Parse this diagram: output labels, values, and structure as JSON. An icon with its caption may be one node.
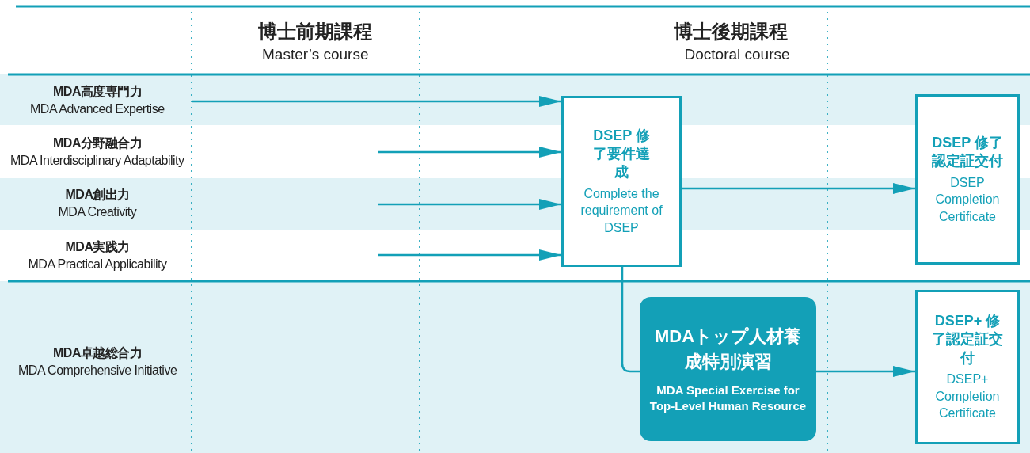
{
  "diagram": {
    "nodes": [
      {
        "text": [
          "DSEP 修了要件達成",
          "Complete the requirement of DSEP"
        ]
      },
      {
        "text": [
          "DSEP 修了認定証交付",
          "DSEP Completion Certificate"
        ]
      },
      {
        "text": [
          "MDAトップ人材養成特別演習",
          "MDA Special Exercise for Top-Level Human Resource"
        ]
      },
      {
        "text": [
          "DSEP+ 修了認定証交付",
          "DSEP+ Completion Certificate"
        ]
      }
    ],
    "edges": [
      {
        "from": null,
        "to": 0,
        "arrow": "to"
      },
      {
        "from": null,
        "to": 0,
        "arrow": "to"
      },
      {
        "from": null,
        "to": 0,
        "arrow": "to"
      },
      {
        "from": null,
        "to": 0,
        "arrow": "to"
      },
      {
        "from": 0,
        "to": 1,
        "arrow": "to"
      },
      {
        "from": 0,
        "to": 2,
        "arrow": "none"
      },
      {
        "from": 2,
        "to": 3,
        "arrow": "to"
      }
    ],
    "labels": [
      "博士前期課程",
      "Master’s course",
      "博士後期課程",
      "Doctoral course",
      "MDA高度専門力",
      "MDA Advanced Expertise",
      "MDA分野融合力",
      "MDA Interdisciplinary Adaptability",
      "MDA創出力",
      "MDA Creativity",
      "MDA実践力",
      "MDA Practical Applicability",
      "MDA卓越総合力",
      "MDA Comprehensive Initiative"
    ]
  }
}
